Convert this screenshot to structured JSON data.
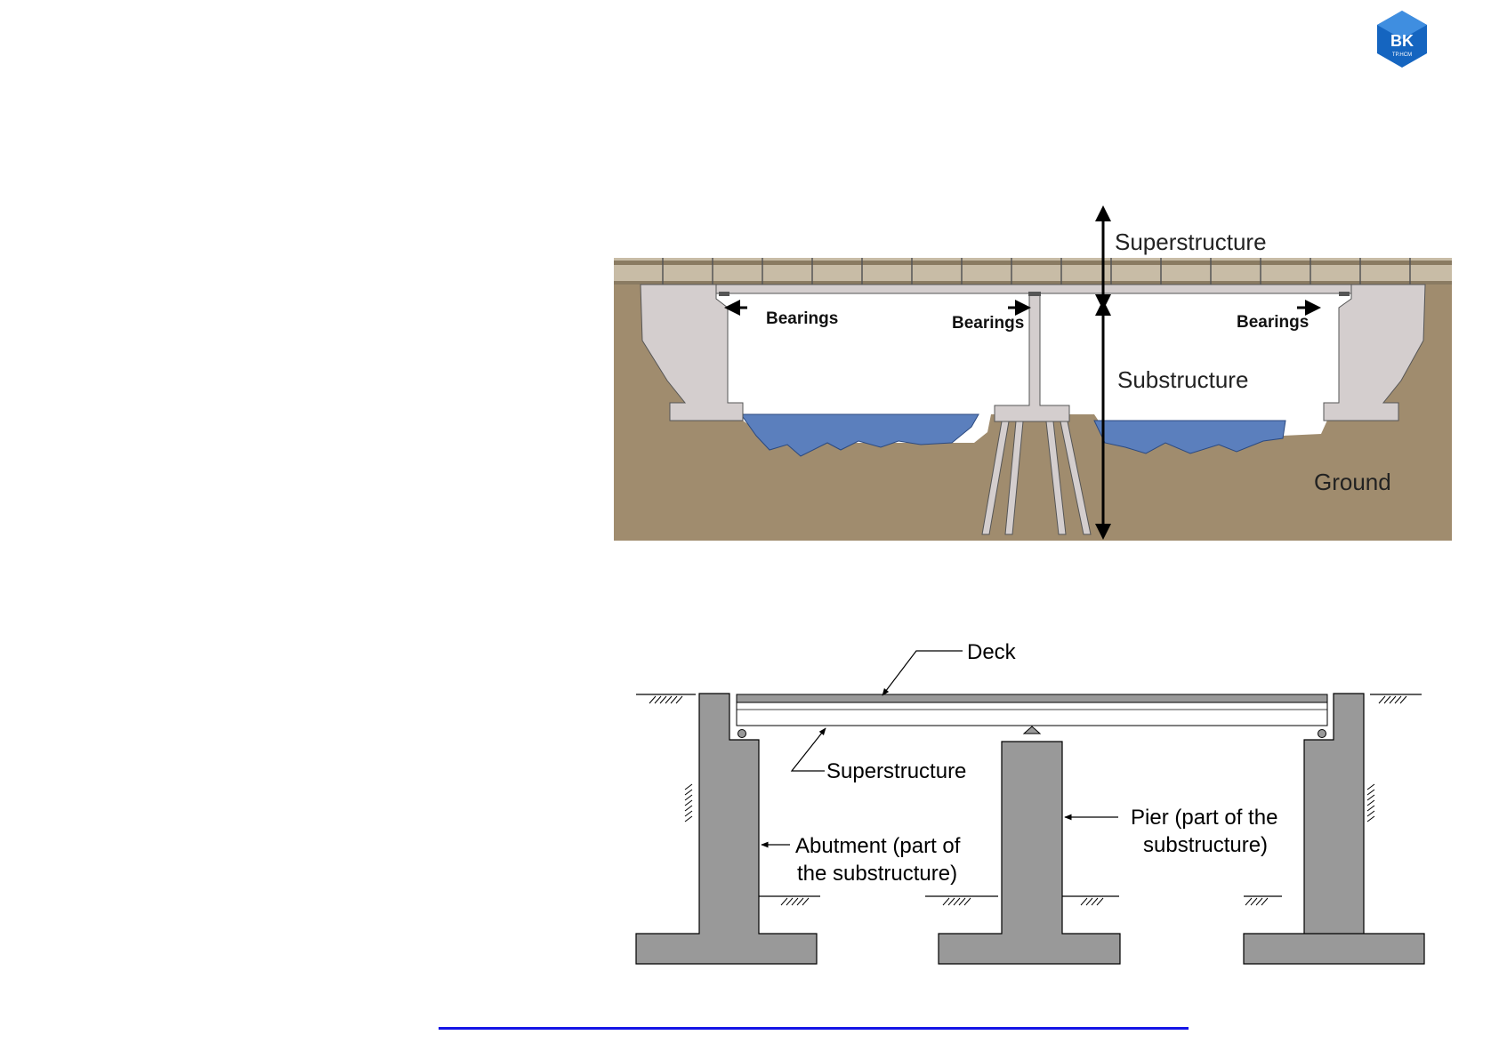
{
  "logo": {
    "text": "BK",
    "subtext": "TP.HCM",
    "color": "#1565c0"
  },
  "figure1": {
    "labels": {
      "superstructure": "Superstructure",
      "substructure": "Substructure",
      "ground": "Ground",
      "bearings_left": "Bearings",
      "bearings_mid": "Bearings",
      "bearings_right": "Bearings"
    },
    "colors": {
      "ground": "#a08c6e",
      "concrete": "#d4cece",
      "water": "#5b7fbd"
    }
  },
  "figure2": {
    "labels": {
      "deck": "Deck",
      "superstructure": "Superstructure",
      "pier_line1": "Pier (part of the",
      "pier_line2": "substructure)",
      "abutment_line1": "Abutment (part of",
      "abutment_line2": "the substructure)"
    },
    "colors": {
      "concrete": "#999999"
    }
  },
  "footer": {
    "line_color": "#1414e6"
  }
}
